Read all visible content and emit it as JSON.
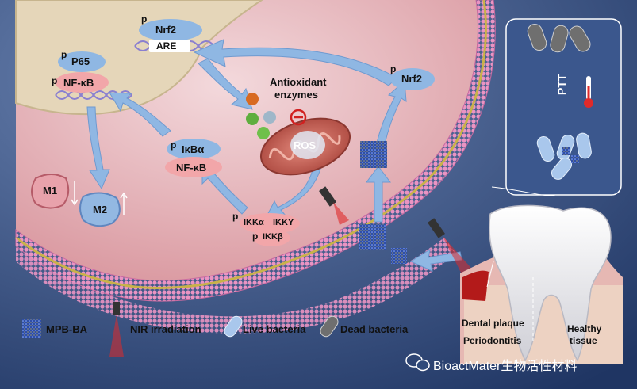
{
  "labels": {
    "nrf2_top": "Nrf2",
    "are": "ARE",
    "p65": "P65",
    "nfkb_nucleus": "NF-κB",
    "antioxidant": "Antioxidant",
    "enzymes": "enzymes",
    "ros": "ROS",
    "nrf2_right": "Nrf2",
    "ikba": "IκBα",
    "nfkb_cyto": "NF-κB",
    "ikka": "IKKα",
    "ikkg": "IKKϒ",
    "ikkb": "IKKβ",
    "m1": "M1",
    "m2": "M2",
    "ptt": "PTT",
    "p": "p",
    "dental_plaque": "Dental plaque",
    "periodontitis": "Periodontitis",
    "healthy": "Healthy",
    "tissue": "tissue"
  },
  "legend": {
    "mpb": "MPB-BA",
    "nir": "NIR irradiation",
    "live": "Live bacteria",
    "dead": "Dead bacteria"
  },
  "watermark": "BioactMater生物活性材料",
  "colors": {
    "background": "#2f4a7a",
    "cell": "#e7b7bd",
    "nucleus": "#e5d6b9",
    "arrow": "#8fb7e3",
    "membrane": "#e98fbf",
    "mpb": "#2f4ea8"
  }
}
